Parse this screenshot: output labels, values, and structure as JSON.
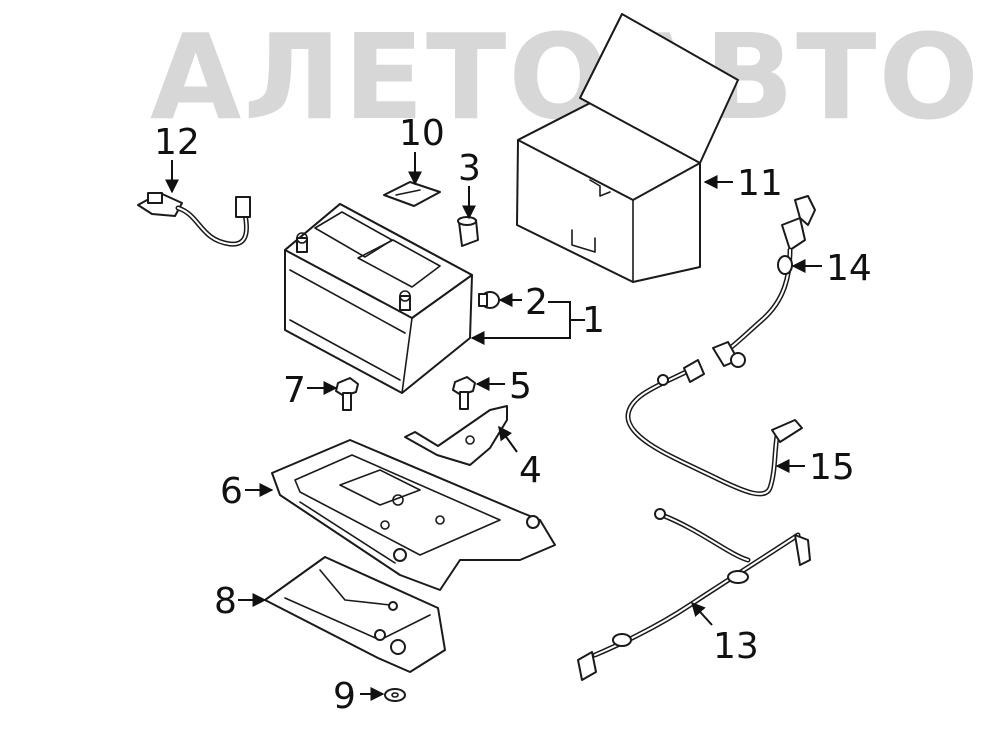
{
  "watermark": "АЛЕТОАВТО",
  "callouts": {
    "c1": "1",
    "c2": "2",
    "c3": "3",
    "c4": "4",
    "c5": "5",
    "c6": "6",
    "c7": "7",
    "c8": "8",
    "c9": "9",
    "c10": "10",
    "c11": "11",
    "c12": "12",
    "c13": "13",
    "c14": "14",
    "c15": "15"
  }
}
